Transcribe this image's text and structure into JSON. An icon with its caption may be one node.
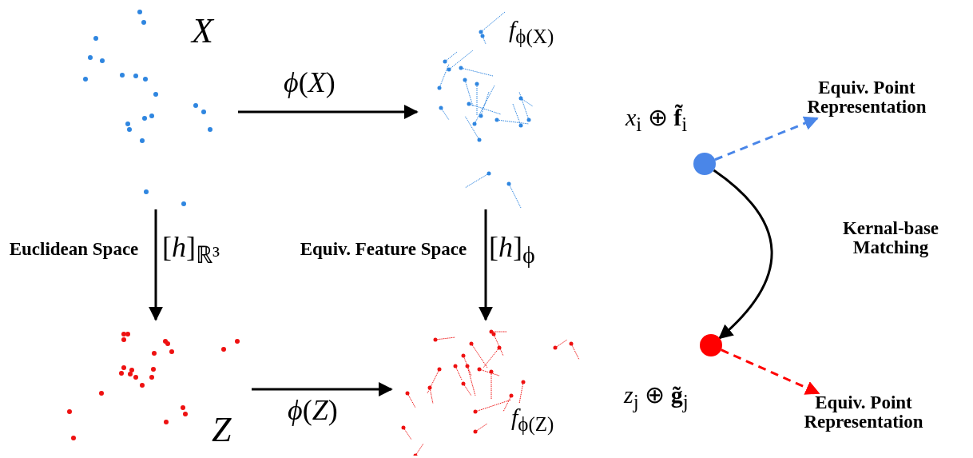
{
  "diagram": {
    "nodes": [
      {
        "text": [
          "X"
        ]
      },
      {
        "text": [
          "*f*$_{ϕ(X)}$"
        ]
      },
      {
        "text": [
          "Z"
        ]
      },
      {
        "text": [
          "*f*$_{ϕ(Z)}$"
        ]
      },
      {
        "text": [],
        "shape": "circle",
        "beside": [
          "*x*$_{i}$ ⊕ **f̃**$_{i}$"
        ]
      },
      {
        "text": [
          "Equiv. Point Representation"
        ]
      },
      {
        "text": [],
        "shape": "circle",
        "beside": [
          "*z*$_{j}$ ⊕ **g̃**$_{j}$"
        ]
      },
      {
        "text": [
          "Equiv. Point Representation"
        ]
      }
    ],
    "edges": [
      {
        "from": 0,
        "to": 1,
        "arrow": "to",
        "label": "*ϕ*(*X*)"
      },
      {
        "from": 0,
        "to": 2,
        "arrow": "to",
        "label": "[*h*]$_{ℝ³}$"
      },
      {
        "from": 1,
        "to": 3,
        "arrow": "to",
        "label": "[*h*]$_{ϕ}$"
      },
      {
        "from": 2,
        "to": 3,
        "arrow": "to",
        "label": "*ϕ*(*Z*)"
      },
      {
        "from": 4,
        "to": 5,
        "arrow": "to",
        "style": "dashed",
        "color": "#4a86e8"
      },
      {
        "from": 4,
        "to": 6,
        "arrow": "to",
        "label": "Kernal-base Matching"
      },
      {
        "from": 6,
        "to": 7,
        "arrow": "to",
        "style": "dashed",
        "color": "#ff0000"
      }
    ],
    "labels": [
      "Euclidean Space",
      "Equiv. Feature Space"
    ]
  }
}
